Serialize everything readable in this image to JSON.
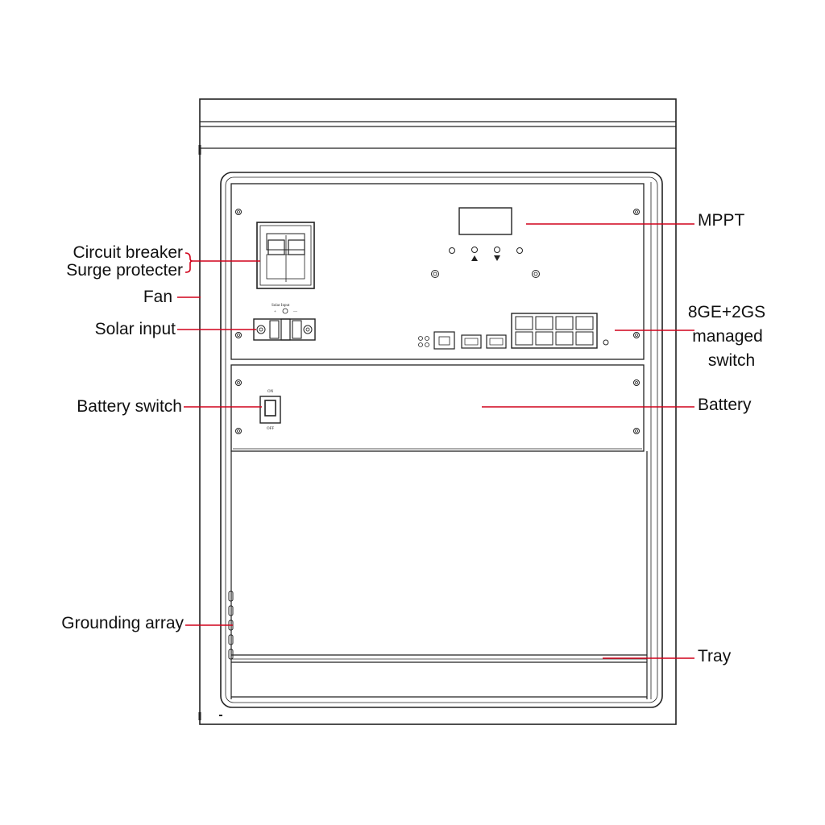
{
  "colors": {
    "leader": "#d0021b",
    "outline": "#222222",
    "background": "#ffffff"
  },
  "labels": {
    "circuit_breaker": "Circuit breaker",
    "surge_protecter": "Surge protecter",
    "fan": "Fan",
    "solar_input": "Solar input",
    "battery_switch": "Battery switch",
    "grounding_array": "Grounding array",
    "mppt": "MPPT",
    "switch_line1": "8GE+2GS",
    "switch_line2": "managed",
    "switch_line3": "switch",
    "battery": "Battery",
    "tray": "Tray"
  },
  "panel_marks": {
    "solar_input_label": "Solar Input",
    "plus": "+",
    "minus": "—",
    "on": "ON",
    "off": "OFF"
  }
}
